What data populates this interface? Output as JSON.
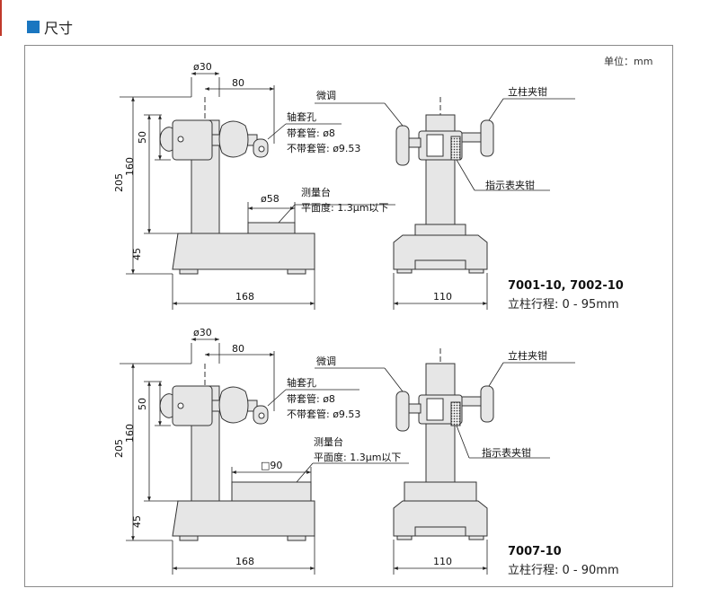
{
  "section": {
    "title": "尺寸",
    "accent_color": "#1a76c0"
  },
  "unit_label": "单位：mm",
  "figures": [
    {
      "dims": {
        "dia_col": "ø30",
        "reach": "80",
        "h50": "50",
        "h160": "160",
        "h205": "205",
        "h45": "45",
        "base_w": "168",
        "side_w": "110",
        "table": "ø58"
      },
      "labels": {
        "fine": "微调",
        "hole": "轴套孔",
        "with_sleeve": "带套管: ø8",
        "without_sleeve": "不带套管: ø9.53",
        "table": "测量台",
        "flatness": "平面度: 1.3μm以下",
        "col_clamp": "立柱夹钳",
        "ind_clamp": "指示表夹钳"
      },
      "model": "7001-10, 7002-10",
      "travel": "立柱行程: 0 - 95mm"
    },
    {
      "dims": {
        "dia_col": "ø30",
        "reach": "80",
        "h50": "50",
        "h160": "160",
        "h205": "205",
        "h45": "45",
        "base_w": "168",
        "side_w": "110",
        "table": "□90"
      },
      "labels": {
        "fine": "微调",
        "hole": "轴套孔",
        "with_sleeve": "带套管: ø8",
        "without_sleeve": "不带套管: ø9.53",
        "table": "测量台",
        "flatness": "平面度: 1.3μm以下",
        "col_clamp": "立柱夹钳",
        "ind_clamp": "指示表夹钳"
      },
      "model": "7007-10",
      "travel": "立柱行程: 0 - 90mm"
    }
  ]
}
